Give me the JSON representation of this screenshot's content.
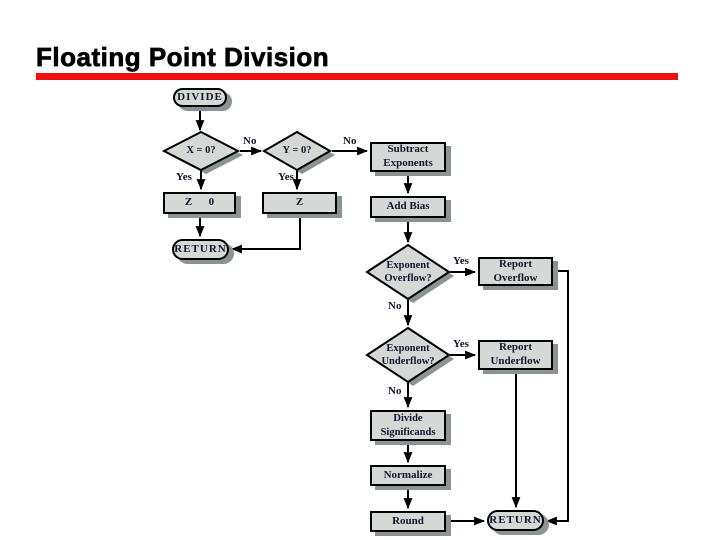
{
  "slide": {
    "title": "Floating Point Division",
    "accent_color": "#ee1111"
  },
  "flowchart": {
    "nodes": {
      "divide": "DIVIDE",
      "x_zero": "X = 0?",
      "y_zero": "Y = 0?",
      "subtract_exponents": "Subtract Exponents",
      "z_zero": "Z      0",
      "z_result": "Z",
      "return_left": "RETURN",
      "add_bias": "Add Bias",
      "exponent_overflow": "Exponent Overflow?",
      "report_overflow": "Report Overflow",
      "exponent_underflow": "Exponent Underflow?",
      "report_underflow": "Report Underflow",
      "divide_significands": "Divide Significands",
      "normalize": "Normalize",
      "round": "Round",
      "return_end": "RETURN"
    },
    "edge_labels": {
      "x_no": "No",
      "x_yes": "Yes",
      "y_no": "No",
      "y_yes": "Yes",
      "overflow_yes": "Yes",
      "overflow_no": "No",
      "underflow_yes": "Yes",
      "underflow_no": "No"
    },
    "colors": {
      "node_fill": "#d4d9d6",
      "node_border": "#000000",
      "node_shadow": "#8b9494",
      "text": "#10142c",
      "connector": "#000000"
    }
  }
}
